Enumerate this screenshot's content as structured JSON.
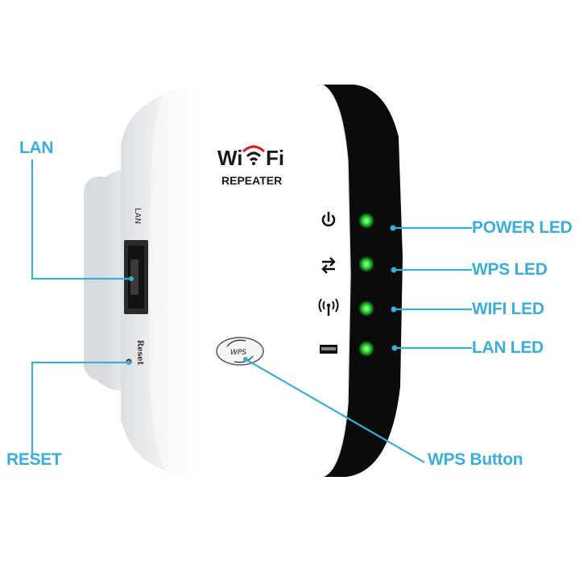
{
  "device": {
    "brand_top": "Wi",
    "brand_suffix": "Fi",
    "brand_sub": "REPEATER",
    "side_port_label": "LAN",
    "side_reset_label": "Reset",
    "wps_button_text": "WPS"
  },
  "callouts": {
    "lan": "LAN",
    "reset": "RESET",
    "power_led": "POWER LED",
    "wps_led": "WPS LED",
    "wifi_led": "WIFI LED",
    "lan_led": "LAN LED",
    "wps_button": "WPS Button"
  },
  "icons": [
    "power-icon",
    "wps-sync-icon",
    "wifi-signal-icon",
    "lan-port-icon"
  ],
  "colors": {
    "callout": "#3aaed8",
    "led_on": "#22e02c",
    "body": "#ffffff",
    "bezel": "#0b0b0b"
  }
}
